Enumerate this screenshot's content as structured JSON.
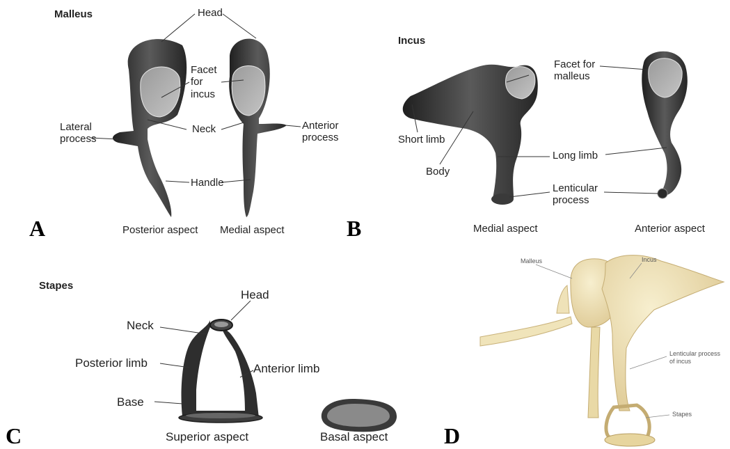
{
  "panel_a": {
    "title": "Malleus",
    "letter": "A",
    "labels": {
      "head": "Head",
      "facet": "Facet\nfor\nincus",
      "lateral_process": "Lateral\nprocess",
      "neck": "Neck",
      "anterior_process": "Anterior\nprocess",
      "handle": "Handle"
    },
    "captions": [
      "Posterior aspect",
      "Medial aspect"
    ]
  },
  "panel_b": {
    "title": "Incus",
    "letter": "B",
    "labels": {
      "facet": "Facet for\nmalleus",
      "short_limb": "Short limb",
      "body": "Body",
      "long_limb": "Long limb",
      "lenticular": "Lenticular\nprocess"
    },
    "captions": [
      "Medial aspect",
      "Anterior aspect"
    ]
  },
  "panel_c": {
    "title": "Stapes",
    "letter": "C",
    "labels": {
      "head": "Head",
      "neck": "Neck",
      "posterior_limb": "Posterior limb",
      "anterior_limb": "Anterior limb",
      "base": "Base"
    },
    "captions": [
      "Superior aspect",
      "Basal aspect"
    ]
  },
  "panel_d": {
    "letter": "D",
    "labels": {
      "malleus": "Malleus",
      "incus": "Incus",
      "lenticular": "Lenticular process\nof incus",
      "stapes": "Stapes"
    }
  },
  "colors": {
    "bone_dark": "#2b2b2b",
    "bone_mid": "#6e6e6e",
    "facet": "#a9a9a9",
    "ossicle_cream": "#efe2b8",
    "ossicle_shade": "#d8c48e"
  }
}
